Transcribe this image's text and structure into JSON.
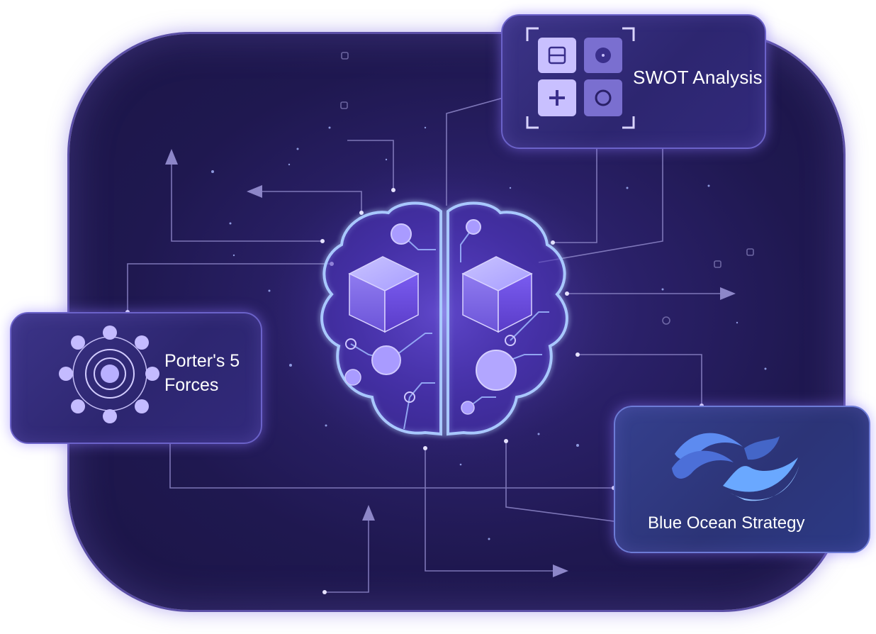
{
  "cards": {
    "swot": {
      "label": "SWOT Analysis"
    },
    "porter": {
      "label": "Porter's 5 Forces"
    },
    "blue_ocean": {
      "label": "Blue Ocean Strategy"
    }
  },
  "colors": {
    "background": "#1f1850",
    "panel_border": "#5b4fa6",
    "brain_outline": "#a9c8ff",
    "accent_purple": "#7c5cff",
    "card_fill": "#2d2670",
    "blue_wave": "#6aa8ff"
  },
  "icons": {
    "center": "brain-icon",
    "swot": "swot-grid-icon",
    "porter": "forces-orbit-icon",
    "blue_ocean": "ocean-waves-icon"
  }
}
